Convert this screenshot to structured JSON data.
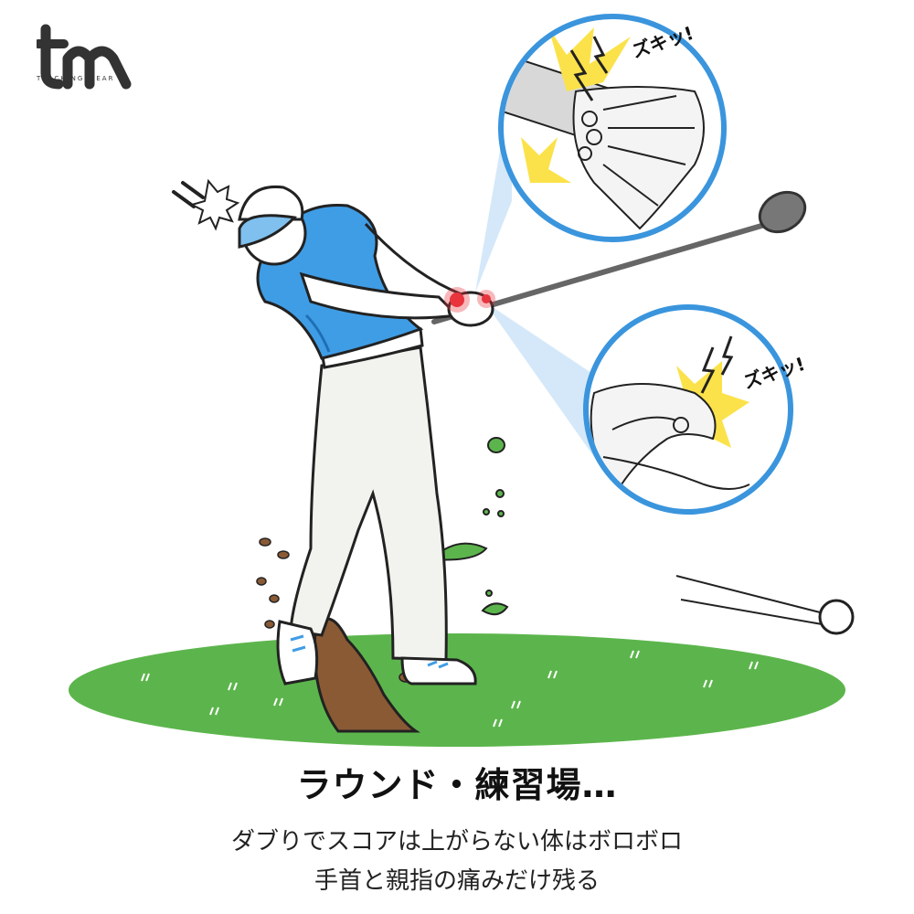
{
  "brand": {
    "logo_text": "tm",
    "subtitle": "TEACHING WEAR"
  },
  "sound_effects": {
    "top_callout": "ズキッ!",
    "bottom_callout": "ズキッ!"
  },
  "caption": {
    "headline": "ラウンド・練習場…",
    "line1": "ダブりでスコアは上がらない体はボロボロ",
    "line2": "手首と親指の痛みだけ残る"
  },
  "colors": {
    "shirt_blue": "#3f9de6",
    "grass_green": "#5cb54c",
    "callout_border": "#3a95dd",
    "callout_beam": "#cfe6f8",
    "pain_red": "#e8343c",
    "pain_yellow": "#fbe24a",
    "dirt_brown": "#8a5a35",
    "pants": "#f2f2ee"
  },
  "icons": {
    "brand_logo": "tm-logo-icon",
    "lightning": "lightning-icon",
    "pain_burst": "pain-burst-icon"
  }
}
